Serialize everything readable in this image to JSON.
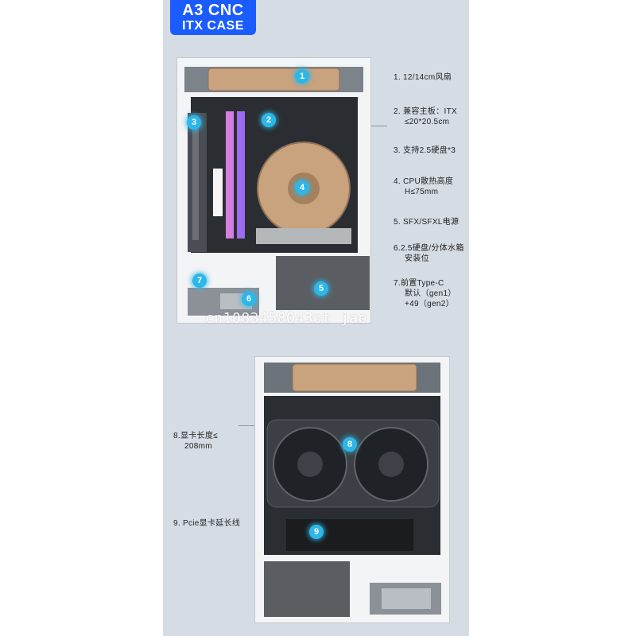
{
  "badge": {
    "line1": "A3 CNC",
    "line2": "ITX CASE"
  },
  "markers": [
    "1",
    "2",
    "3",
    "4",
    "5",
    "6",
    "7",
    "8",
    "9"
  ],
  "specs_top": [
    {
      "lines": [
        "1. 12/14cm风扇"
      ]
    },
    {
      "lines": [
        "2. 兼容主板：ITX",
        "≤20*20.5cm"
      ]
    },
    {
      "lines": [
        "3. 支持2.5硬盘*3"
      ]
    },
    {
      "lines": [
        "4. CPU散热高度",
        "H≤75mm"
      ]
    },
    {
      "lines": [
        "5. SFX/SFXL电源"
      ]
    },
    {
      "lines": [
        "6.2.5硬盘/分体水箱",
        "安装位"
      ]
    },
    {
      "lines": [
        "7.前置Type-C",
        "默认（gen1）",
        "+49（gen2）"
      ]
    }
  ],
  "specs_bottom": [
    {
      "lines": [
        "8.显卡长度≤",
        "208mm"
      ]
    },
    {
      "lines": [
        "9. Pcie显卡延长线"
      ]
    }
  ],
  "watermark": "cn1083458043ot jae",
  "colors": {
    "accent": "#1a5cff",
    "marker": "#2db7e8",
    "panel": "#d6dce3",
    "fan": "#c9a27e"
  }
}
